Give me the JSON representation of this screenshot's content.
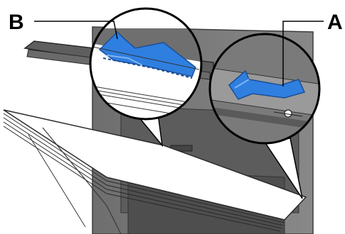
{
  "labels": {
    "left": "B",
    "right": "A"
  },
  "colors": {
    "printer_body": "#7a7a7a",
    "printer_dark": "#5a5a5a",
    "printer_edge": "#3c3c3c",
    "paper": "#ffffff",
    "paper_edge": "#2a2a2a",
    "guide_blue": "#2f7fe0",
    "guide_blue_light": "#7fb5f2",
    "magnifier_ring": "#000000",
    "leader_line": "#000000"
  },
  "icons": {
    "left_magnifier": "paper-guide-b-magnified",
    "right_magnifier": "paper-guide-a-magnified"
  }
}
